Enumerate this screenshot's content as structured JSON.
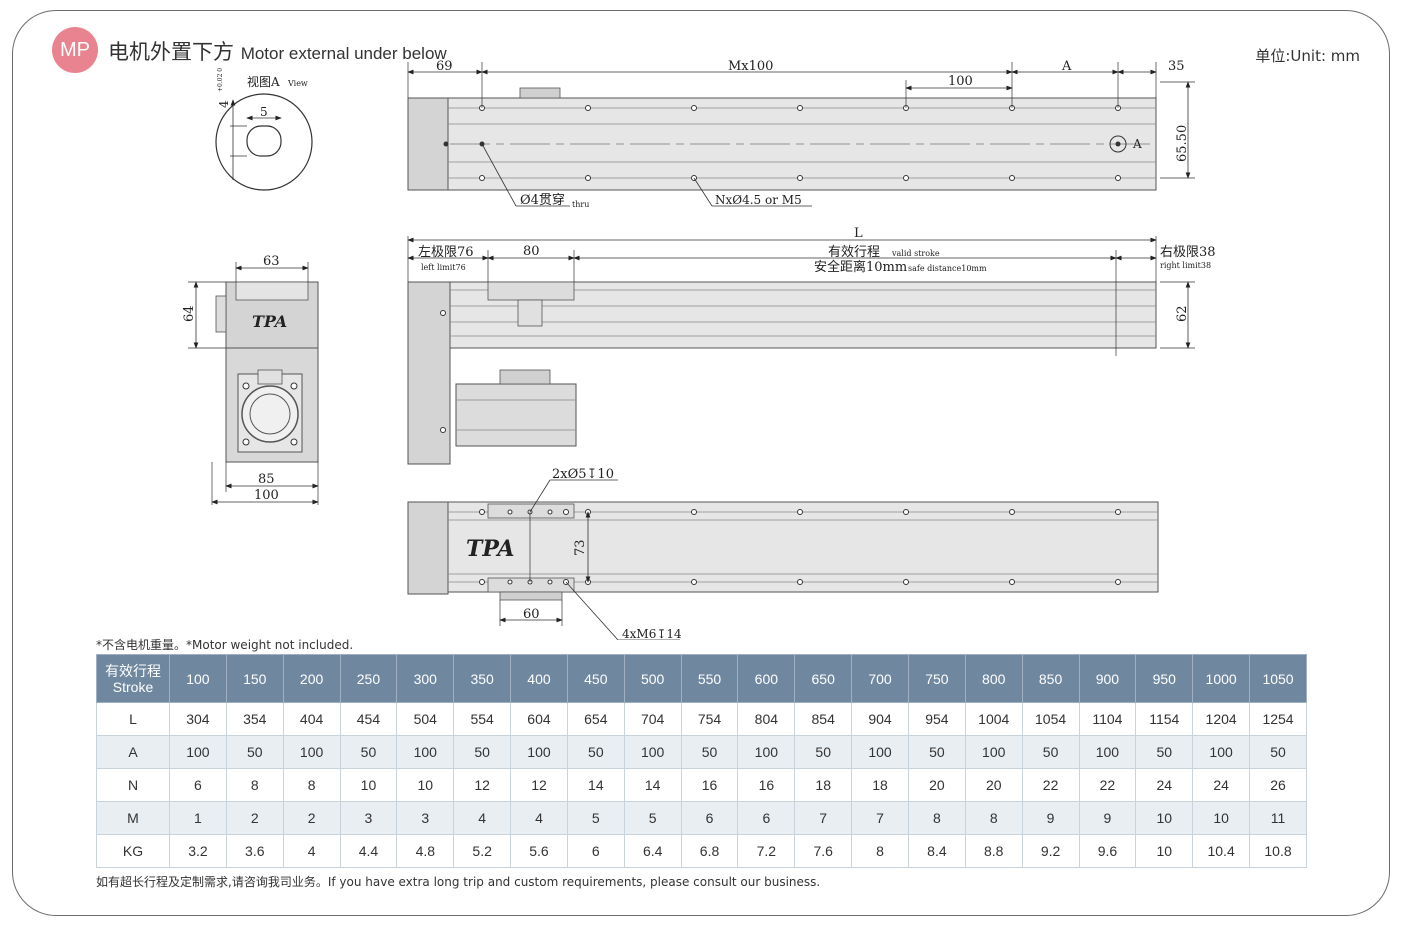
{
  "header": {
    "badge": "MP",
    "title_cn": "电机外置下方",
    "title_en": "Motor external under below",
    "unit": "单位:Unit: mm"
  },
  "drawing": {
    "top_view": {
      "dim_69": "69",
      "dim_mx100": "Mx100",
      "dim_100": "100",
      "dim_a": "A",
      "dim_35": "35",
      "dim_65_50": "65.50",
      "label_a": "A",
      "hole_thru": "Ø4贯穿",
      "hole_thru_en": "thru",
      "hole_n": "NxØ4.5 or M5"
    },
    "view_a": {
      "title": "视图A",
      "title_en": "View",
      "dim_4": "4",
      "tol": "+0.02 0",
      "dim_5": "5"
    },
    "side_view": {
      "dim_l": "L",
      "left_limit": "左极限76",
      "left_limit_en": "left limit76",
      "dim_80": "80",
      "valid_stroke": "有效行程",
      "valid_stroke_en": "valid stroke",
      "safe_distance": "安全距离10mm",
      "safe_distance_en": "safe distance10mm",
      "right_limit": "右极限38",
      "right_limit_en": "right limit38",
      "dim_62": "62"
    },
    "end_view": {
      "dim_63": "63",
      "dim_64": "64",
      "dim_85": "85",
      "dim_100": "100",
      "logo": "TPA"
    },
    "bottom_view": {
      "holes_top": "2xØ5↧10",
      "dim_73": "73",
      "dim_60": "60",
      "holes_bottom": "4xM6↧14",
      "logo": "TPA"
    }
  },
  "note": "*不含电机重量。*Motor weight not included.",
  "table": {
    "header_cn": "有效行程",
    "header_en": "Stroke",
    "strokes": [
      "100",
      "150",
      "200",
      "250",
      "300",
      "350",
      "400",
      "450",
      "500",
      "550",
      "600",
      "650",
      "700",
      "750",
      "800",
      "850",
      "900",
      "950",
      "1000",
      "1050"
    ],
    "rows": [
      {
        "label": "L",
        "values": [
          "304",
          "354",
          "404",
          "454",
          "504",
          "554",
          "604",
          "654",
          "704",
          "754",
          "804",
          "854",
          "904",
          "954",
          "1004",
          "1054",
          "1104",
          "1154",
          "1204",
          "1254"
        ]
      },
      {
        "label": "A",
        "values": [
          "100",
          "50",
          "100",
          "50",
          "100",
          "50",
          "100",
          "50",
          "100",
          "50",
          "100",
          "50",
          "100",
          "50",
          "100",
          "50",
          "100",
          "50",
          "100",
          "50"
        ]
      },
      {
        "label": "N",
        "values": [
          "6",
          "8",
          "8",
          "10",
          "10",
          "12",
          "12",
          "14",
          "14",
          "16",
          "16",
          "18",
          "18",
          "20",
          "20",
          "22",
          "22",
          "24",
          "24",
          "26"
        ]
      },
      {
        "label": "M",
        "values": [
          "1",
          "2",
          "2",
          "3",
          "3",
          "4",
          "4",
          "5",
          "5",
          "6",
          "6",
          "7",
          "7",
          "8",
          "8",
          "9",
          "9",
          "10",
          "10",
          "11"
        ]
      },
      {
        "label": "KG",
        "values": [
          "3.2",
          "3.6",
          "4",
          "4.4",
          "4.8",
          "5.2",
          "5.6",
          "6",
          "6.4",
          "6.8",
          "7.2",
          "7.6",
          "8",
          "8.4",
          "8.8",
          "9.2",
          "9.6",
          "10",
          "10.4",
          "10.8"
        ]
      }
    ]
  },
  "footer": "如有超长行程及定制需求,请咨询我司业务。If you have extra long trip and custom requirements, please consult our business.",
  "colors": {
    "accent": "#e9838f",
    "table_header": "#6f879f",
    "table_alt": "#e9eef3",
    "body": "#d8d8d8",
    "line": "#333333"
  }
}
